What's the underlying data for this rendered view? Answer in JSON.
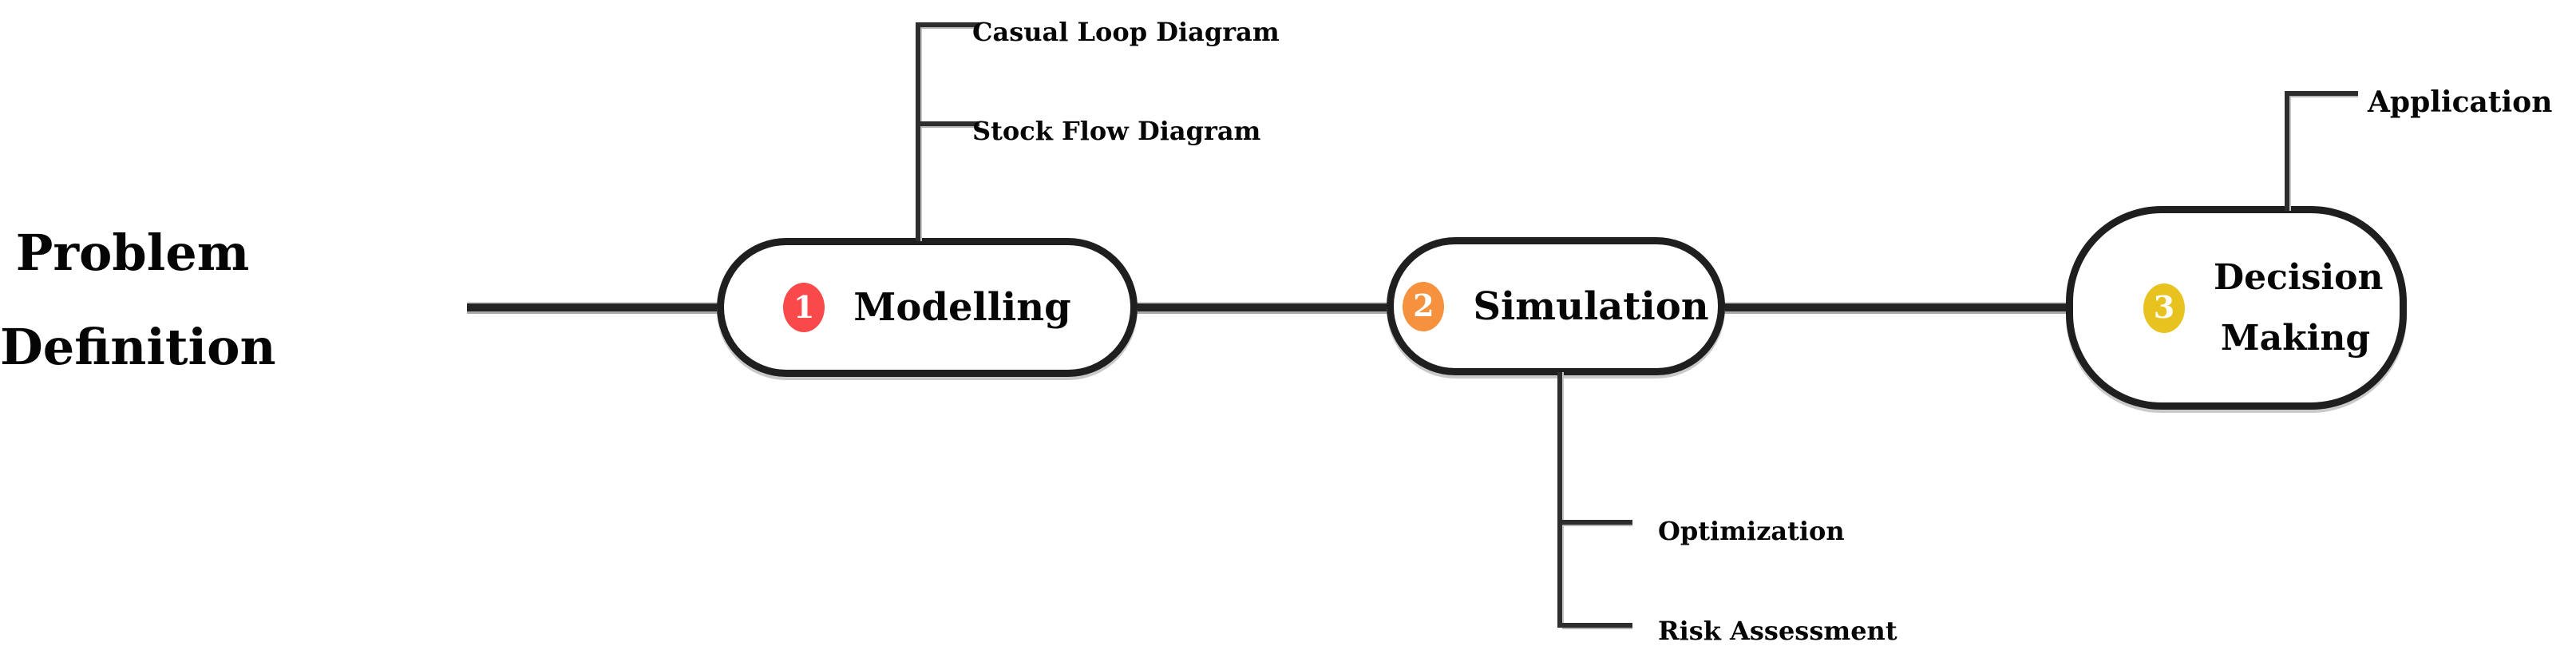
{
  "diagram": {
    "type": "process-mindmap",
    "start_label": "Problem Definition",
    "steps": [
      {
        "step": "1",
        "label": "Modelling",
        "badge_color": "#f9494b",
        "children_side": "top",
        "children": [
          "Casual Loop Diagram",
          "Stock Flow Diagram"
        ]
      },
      {
        "step": "2",
        "label": "Simulation",
        "badge_color": "#f6923d",
        "children_side": "bottom",
        "children": [
          "Optimization",
          "Risk Assessment"
        ]
      },
      {
        "step": "3",
        "label": "Decision Making",
        "badge_color": "#e8c31f",
        "children_side": "top",
        "children": [
          "Application"
        ]
      }
    ],
    "colors": {
      "background": "#ffffff",
      "connector": "#242424",
      "connector_shadow": "#a9a9a9",
      "node_border": "#1f1f1f",
      "node_fill": "#ffffff",
      "text": "#060606",
      "badge_1": "#f9494b",
      "badge_2": "#f6923d",
      "badge_3": "#e8c31f"
    }
  }
}
